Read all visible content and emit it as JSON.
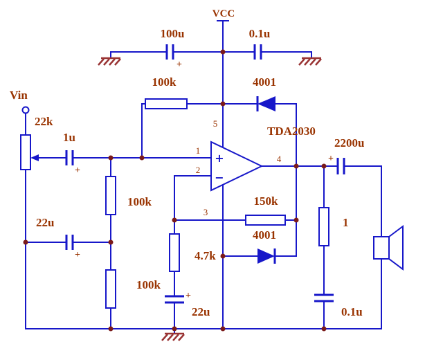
{
  "colors": {
    "wire": "#1717C9",
    "label": "#993300",
    "junction": "#7A1A1A",
    "ground": "#993333",
    "background": "#FFFFFF"
  },
  "labels": {
    "vcc": "VCC",
    "c_filter_big": "100u",
    "c_filter_small": "0.1u",
    "r_bias_top": "100k",
    "d_top": "4001",
    "ic_name": "TDA2030",
    "pin1": "1",
    "pin2": "2",
    "pin3": "3",
    "pin4": "4",
    "pin5": "5",
    "opamp_plus": "+",
    "opamp_minus": "−",
    "vin": "Vin",
    "pot": "22k",
    "c_in": "1u",
    "r_bias_mid": "100k",
    "c_bypass": "22u",
    "r_bias_bot": "100k",
    "r_feedback": "150k",
    "d_bot": "4001",
    "r_gain": "4.7k",
    "c_gain": "22u",
    "c_out": "2200u",
    "r_zobel": "1",
    "c_zobel": "0.1u",
    "plus": "+"
  }
}
